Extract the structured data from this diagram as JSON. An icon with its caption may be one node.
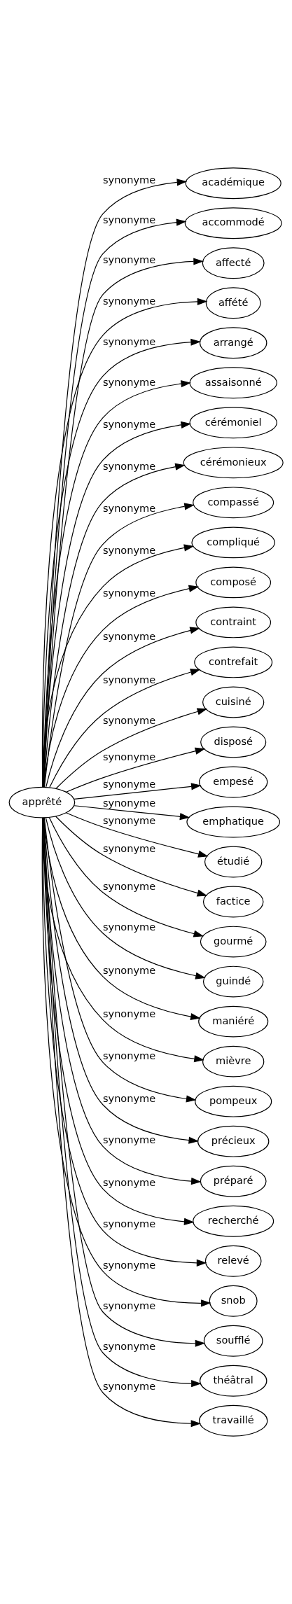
{
  "diagram": {
    "nodes": [
      {
        "text": [
          "apprêté"
        ]
      },
      {
        "text": [
          "académique"
        ]
      },
      {
        "text": [
          "accommodé"
        ]
      },
      {
        "text": [
          "affecté"
        ]
      },
      {
        "text": [
          "affété"
        ]
      },
      {
        "text": [
          "arrangé"
        ]
      },
      {
        "text": [
          "assaisonné"
        ]
      },
      {
        "text": [
          "cérémoniel"
        ]
      },
      {
        "text": [
          "cérémonieux"
        ]
      },
      {
        "text": [
          "compassé"
        ]
      },
      {
        "text": [
          "compliqué"
        ]
      },
      {
        "text": [
          "composé"
        ]
      },
      {
        "text": [
          "contraint"
        ]
      },
      {
        "text": [
          "contrefait"
        ]
      },
      {
        "text": [
          "cuisiné"
        ]
      },
      {
        "text": [
          "disposé"
        ]
      },
      {
        "text": [
          "empesé"
        ]
      },
      {
        "text": [
          "emphatique"
        ]
      },
      {
        "text": [
          "étudié"
        ]
      },
      {
        "text": [
          "factice"
        ]
      },
      {
        "text": [
          "gourmé"
        ]
      },
      {
        "text": [
          "guindé"
        ]
      },
      {
        "text": [
          "maniéré"
        ]
      },
      {
        "text": [
          "mièvre"
        ]
      },
      {
        "text": [
          "pompeux"
        ]
      },
      {
        "text": [
          "précieux"
        ]
      },
      {
        "text": [
          "préparé"
        ]
      },
      {
        "text": [
          "recherché"
        ]
      },
      {
        "text": [
          "relevé"
        ]
      },
      {
        "text": [
          "snob"
        ]
      },
      {
        "text": [
          "soufflé"
        ]
      },
      {
        "text": [
          "théâtral"
        ]
      },
      {
        "text": [
          "travaillé"
        ]
      }
    ],
    "edges": [
      {
        "from": 0,
        "to": 1,
        "arrow": "to",
        "label": "synonyme"
      },
      {
        "from": 0,
        "to": 2,
        "arrow": "to",
        "label": "synonyme"
      },
      {
        "from": 0,
        "to": 3,
        "arrow": "to",
        "label": "synonyme"
      },
      {
        "from": 0,
        "to": 4,
        "arrow": "to",
        "label": "synonyme"
      },
      {
        "from": 0,
        "to": 5,
        "arrow": "to",
        "label": "synonyme"
      },
      {
        "from": 0,
        "to": 6,
        "arrow": "to",
        "label": "synonyme"
      },
      {
        "from": 0,
        "to": 7,
        "arrow": "to",
        "label": "synonyme"
      },
      {
        "from": 0,
        "to": 8,
        "arrow": "to",
        "label": "synonyme"
      },
      {
        "from": 0,
        "to": 9,
        "arrow": "to",
        "label": "synonyme"
      },
      {
        "from": 0,
        "to": 10,
        "arrow": "to",
        "label": "synonyme"
      },
      {
        "from": 0,
        "to": 11,
        "arrow": "to",
        "label": "synonyme"
      },
      {
        "from": 0,
        "to": 12,
        "arrow": "to",
        "label": "synonyme"
      },
      {
        "from": 0,
        "to": 13,
        "arrow": "to",
        "label": "synonyme"
      },
      {
        "from": 0,
        "to": 14,
        "arrow": "to",
        "label": "synonyme"
      },
      {
        "from": 0,
        "to": 15,
        "arrow": "to",
        "label": "synonyme"
      },
      {
        "from": 0,
        "to": 16,
        "arrow": "to",
        "label": "synonyme"
      },
      {
        "from": 0,
        "to": 17,
        "arrow": "to",
        "label": "synonyme"
      },
      {
        "from": 0,
        "to": 18,
        "arrow": "to",
        "label": "synonyme"
      },
      {
        "from": 0,
        "to": 19,
        "arrow": "to",
        "label": "synonyme"
      },
      {
        "from": 0,
        "to": 20,
        "arrow": "to",
        "label": "synonyme"
      },
      {
        "from": 0,
        "to": 21,
        "arrow": "to",
        "label": "synonyme"
      },
      {
        "from": 0,
        "to": 22,
        "arrow": "to",
        "label": "synonyme"
      },
      {
        "from": 0,
        "to": 23,
        "arrow": "to",
        "label": "synonyme"
      },
      {
        "from": 0,
        "to": 24,
        "arrow": "to",
        "label": "synonyme"
      },
      {
        "from": 0,
        "to": 25,
        "arrow": "to",
        "label": "synonyme"
      },
      {
        "from": 0,
        "to": 26,
        "arrow": "to",
        "label": "synonyme"
      },
      {
        "from": 0,
        "to": 27,
        "arrow": "to",
        "label": "synonyme"
      },
      {
        "from": 0,
        "to": 28,
        "arrow": "to",
        "label": "synonyme"
      },
      {
        "from": 0,
        "to": 29,
        "arrow": "to",
        "label": "synonyme"
      },
      {
        "from": 0,
        "to": 30,
        "arrow": "to",
        "label": "synonyme"
      },
      {
        "from": 0,
        "to": 31,
        "arrow": "to",
        "label": "synonyme"
      },
      {
        "from": 0,
        "to": 32,
        "arrow": "to",
        "label": "synonyme"
      }
    ]
  }
}
